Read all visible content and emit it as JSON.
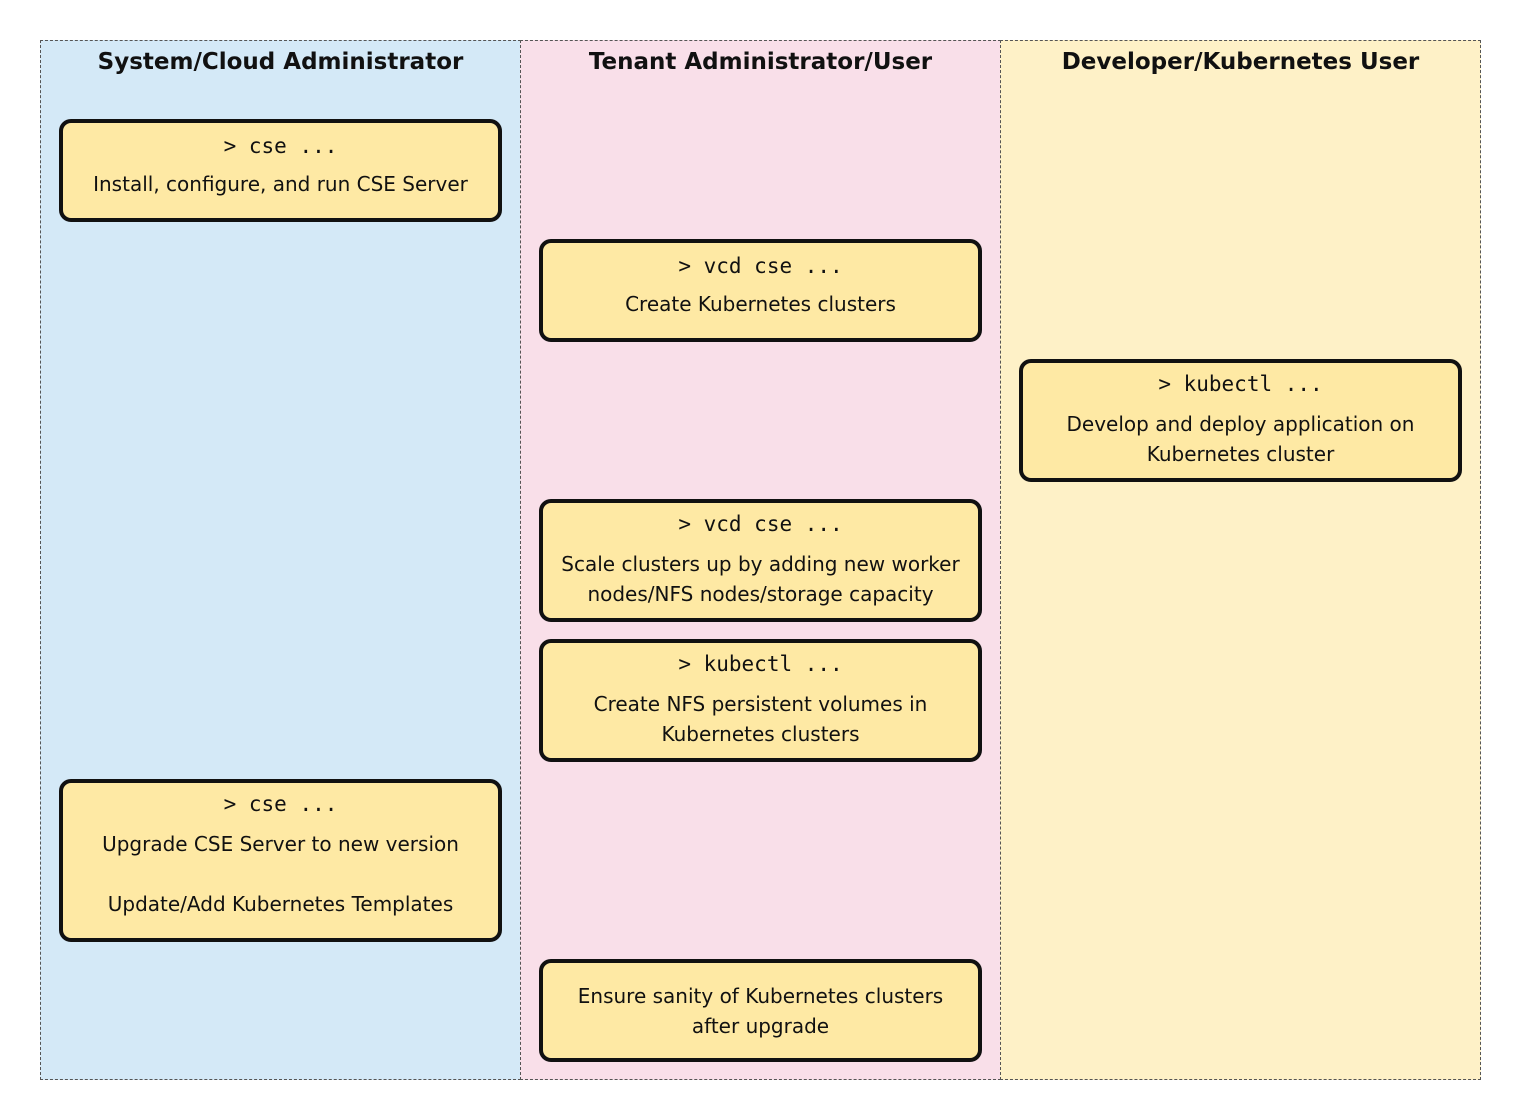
{
  "colors": {
    "lane_admin": "#d4e9f7",
    "lane_tenant": "#f9dfe9",
    "lane_developer": "#fef1c7",
    "box_fill": "#fee9a4",
    "box_border": "#111111"
  },
  "lanes": [
    {
      "title": "System/Cloud Administrator"
    },
    {
      "title": "Tenant Administrator/User"
    },
    {
      "title": "Developer/Kubernetes User"
    }
  ],
  "boxes": {
    "admin_install": {
      "command": "> cse ...",
      "lines": [
        "Install, configure, and run CSE Server"
      ]
    },
    "tenant_create": {
      "command": "> vcd cse ...",
      "lines": [
        "Create Kubernetes clusters"
      ]
    },
    "developer_deploy": {
      "command": "> kubectl ...",
      "lines": [
        "Develop and deploy application on",
        "Kubernetes cluster"
      ]
    },
    "tenant_scale": {
      "command": "> vcd cse ...",
      "lines": [
        "Scale clusters up by adding new worker",
        "nodes/NFS nodes/storage capacity"
      ]
    },
    "tenant_nfs": {
      "command": "> kubectl ...",
      "lines": [
        "Create NFS persistent volumes in",
        "Kubernetes clusters"
      ]
    },
    "admin_upgrade": {
      "command": "> cse ...",
      "lines": [
        "Upgrade CSE Server to new version",
        "Update/Add Kubernetes Templates"
      ]
    },
    "tenant_sanity": {
      "lines": [
        "Ensure sanity of Kubernetes clusters",
        "after upgrade"
      ]
    }
  }
}
